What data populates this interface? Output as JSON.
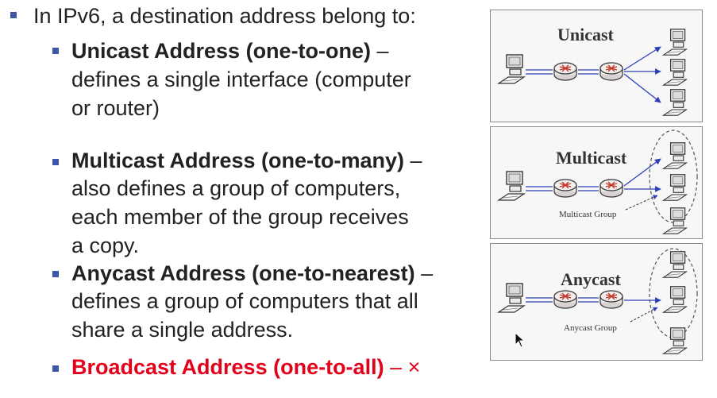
{
  "main": {
    "intro": "In IPv6, a destination address belong to:",
    "items": [
      {
        "term": "Unicast Address (one-to-one)",
        "dash": " –",
        "lines": [
          "defines a single interface (computer",
          "or router)"
        ]
      },
      {
        "term": "Multicast Address (one-to-many)",
        "dash": " –",
        "lines": [
          "also defines a group of computers,",
          "each member of the group receives",
          "a copy."
        ]
      },
      {
        "term": "Anycast Address (one-to-nearest)",
        "dash": " –",
        "lines": [
          "defines a group of computers that all",
          "share a single address."
        ]
      },
      {
        "term": "Broadcast Address (one-to-all)",
        "dash": " – ×"
      }
    ]
  },
  "figures": [
    {
      "title": "Unicast"
    },
    {
      "title": "Multicast",
      "group_label": "Multicast Group"
    },
    {
      "title": "Anycast",
      "group_label": "Anycast Group"
    }
  ],
  "colors": {
    "bullet": "#3d56a6",
    "highlight": "#e3001b",
    "arrow": "#2c3fb5",
    "router": "#e9e3e3",
    "router_mark": "#c0392b"
  },
  "icons": [
    "computer-icon",
    "router-icon",
    "mouse-pointer-icon"
  ]
}
